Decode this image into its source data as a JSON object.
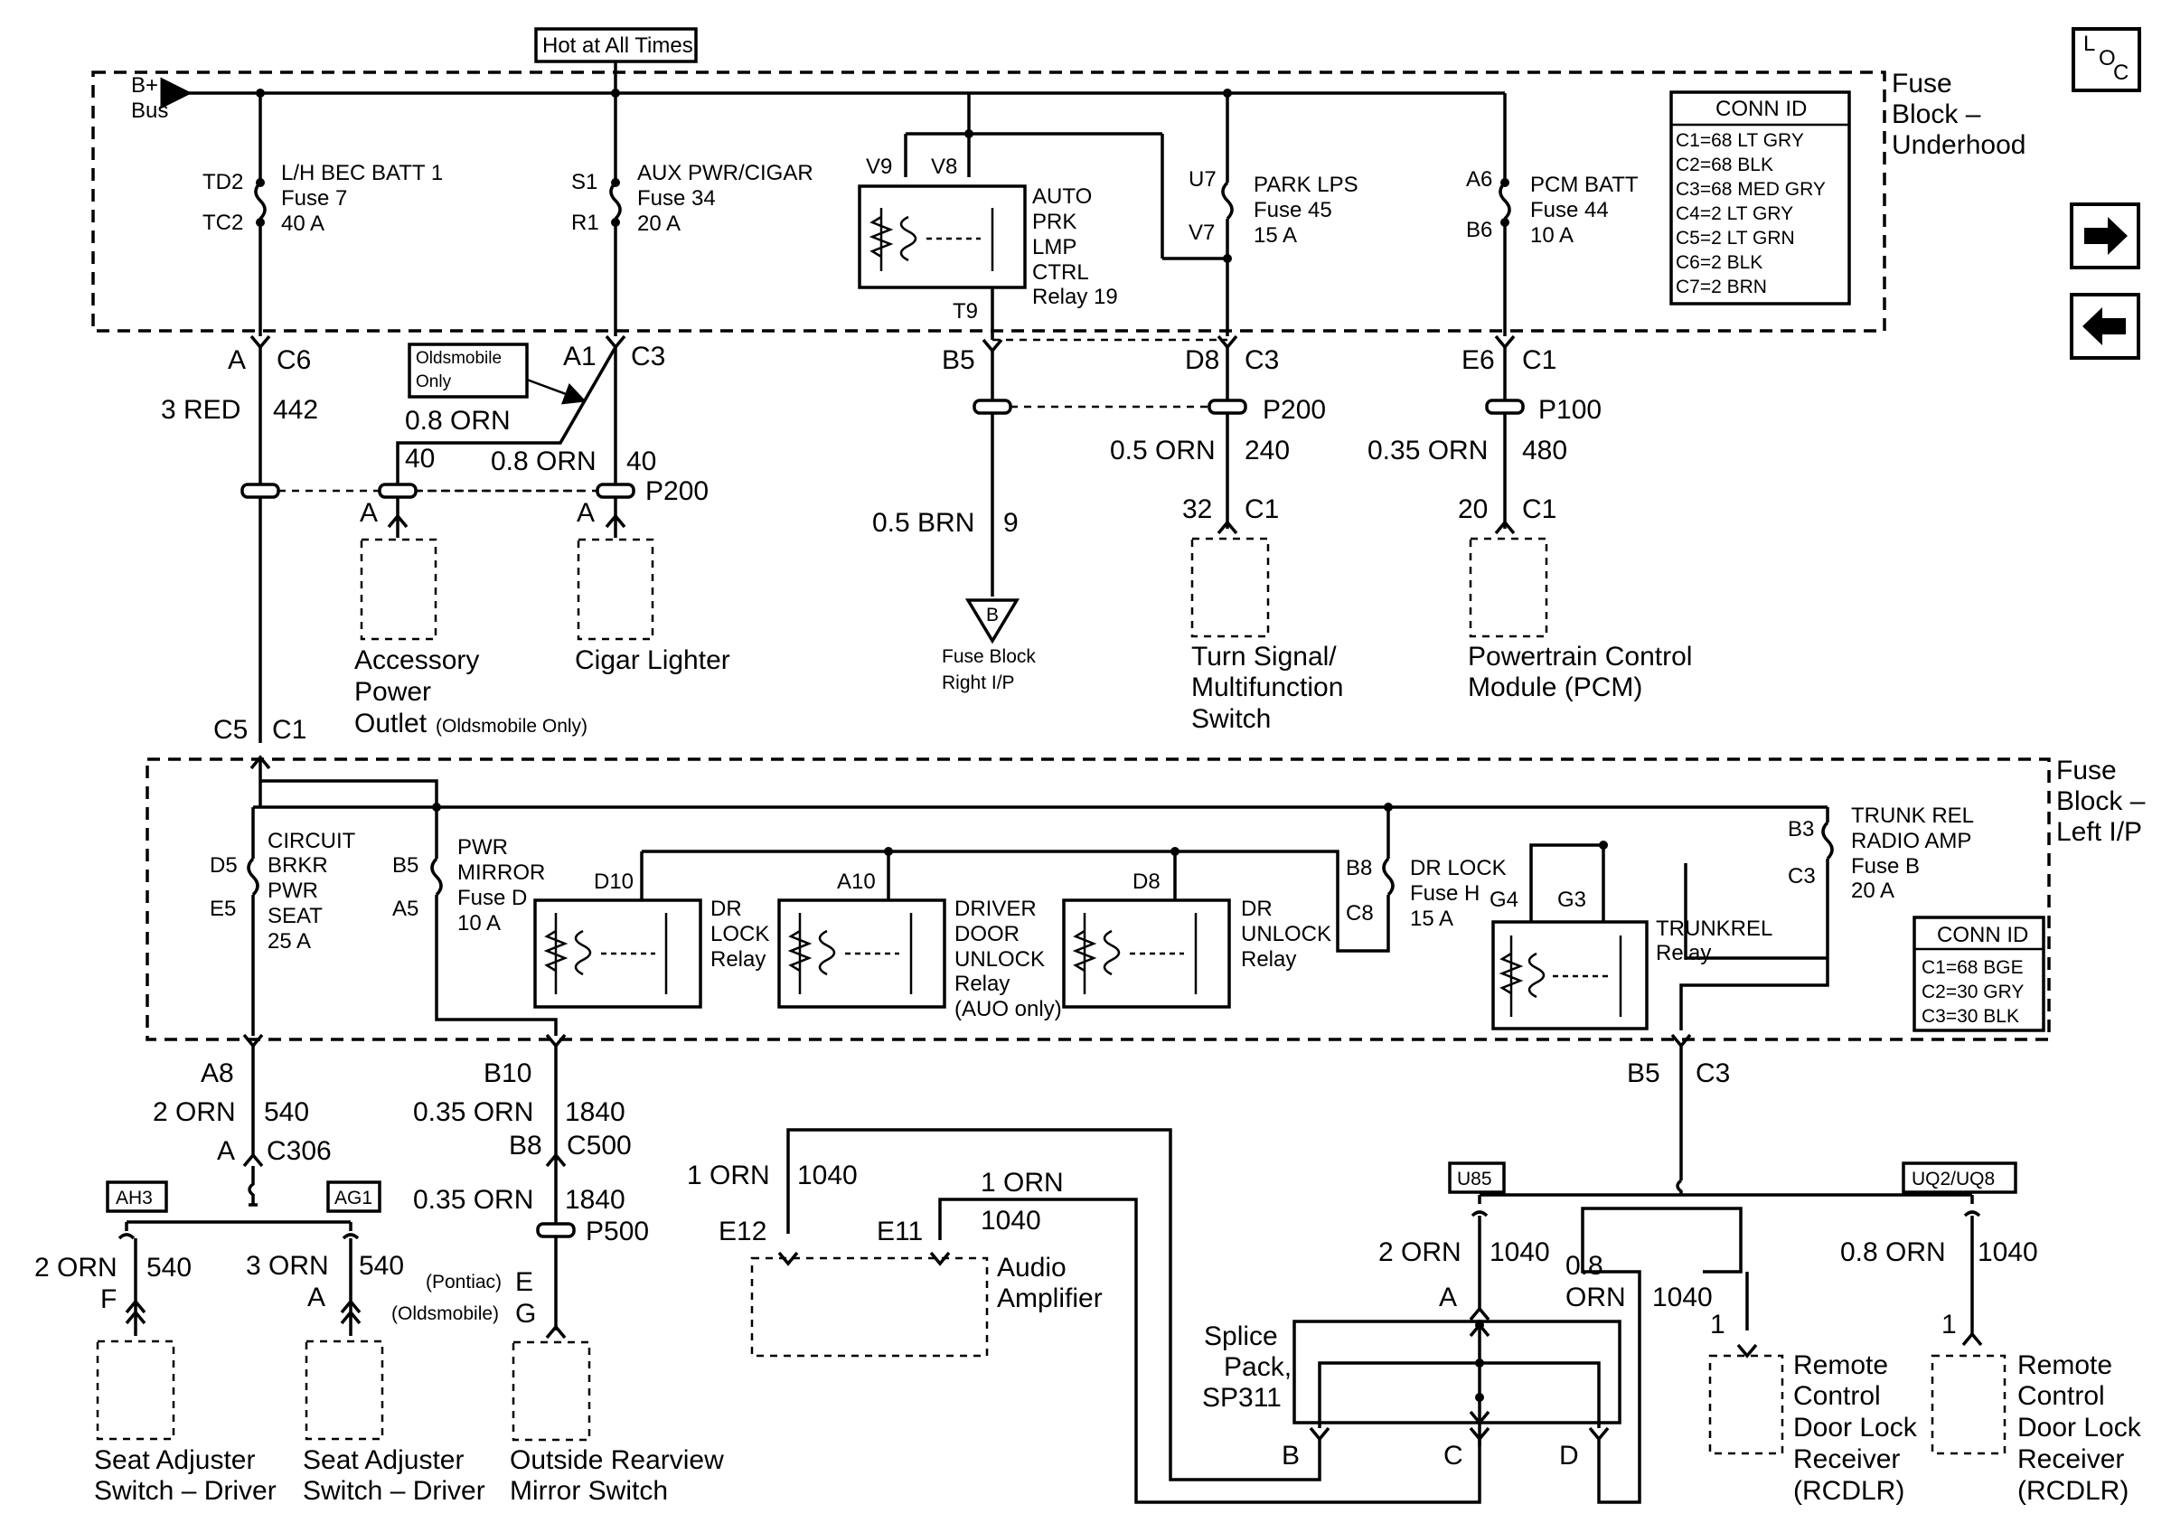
{
  "nav": {
    "loc": [
      "L",
      "O",
      "C"
    ],
    "next": "forward",
    "prev": "back"
  },
  "top_label": "Hot at All Times",
  "fuse_block_underhood": {
    "title": [
      "Fuse",
      "Block –",
      "Underhood"
    ],
    "bus": [
      "B+",
      "Bus"
    ],
    "fuses": [
      {
        "pins": [
          "TD2",
          "TC2"
        ],
        "text": [
          "L/H BEC BATT 1",
          "Fuse 7",
          "40 A"
        ]
      },
      {
        "pins": [
          "S1",
          "R1"
        ],
        "text": [
          "AUX PWR/CIGAR",
          "Fuse 34",
          "20 A"
        ]
      },
      {
        "pins": [
          "U7",
          "V7"
        ],
        "text": [
          "PARK LPS",
          "Fuse 45",
          "15 A"
        ]
      },
      {
        "pins": [
          "A6",
          "B6"
        ],
        "text": [
          "PCM BATT",
          "Fuse 44",
          "10 A"
        ]
      }
    ],
    "relay": {
      "pins": [
        "V9",
        "V8",
        "T9"
      ],
      "text": [
        "AUTO",
        "PRK",
        "LMP",
        "CTRL",
        "Relay 19"
      ]
    },
    "conn_id": {
      "title": "CONN ID",
      "rows": [
        "C1=68 LT GRY",
        "C2=68 BLK",
        "C3=68 MED GRY",
        "C4=2 LT GRY",
        "C5=2 LT GRN",
        "C6=2 BLK",
        "C7=2 BRN"
      ]
    }
  },
  "upper_circuits": {
    "c1": {
      "conn": [
        "A",
        "C6"
      ],
      "wire": [
        "3 RED",
        "442"
      ]
    },
    "c2": {
      "conn": [
        "A1",
        "C3"
      ],
      "note": [
        "Oldsmobile",
        "Only"
      ],
      "wire_a": [
        "0.8 ORN",
        "40"
      ],
      "wire_b": [
        "0.8 ORN",
        "40"
      ],
      "splice": "P200",
      "pins": [
        "A",
        "A"
      ]
    },
    "c3": {
      "conn": [
        "B5"
      ],
      "wire": [
        "0.5 BRN",
        "9"
      ],
      "ground": "B",
      "ground_label": [
        "Fuse Block",
        "Right I/P"
      ]
    },
    "c4": {
      "conn": [
        "D8",
        "C3"
      ],
      "splice": "P200",
      "wire": [
        "0.5 ORN",
        "240"
      ],
      "pin": [
        "32",
        "C1"
      ],
      "component": [
        "Turn Signal/",
        "Multifunction",
        "Switch"
      ]
    },
    "c5": {
      "conn": [
        "E6",
        "C1"
      ],
      "splice": "P100",
      "wire": [
        "0.35 ORN",
        "480"
      ],
      "pin": [
        "20",
        "C1"
      ],
      "component": [
        "Powertrain Control",
        "Module (PCM)"
      ]
    },
    "acc_outlet": [
      "Accessory",
      "Power",
      "Outlet",
      "(Oldsmobile Only)"
    ],
    "cigar": "Cigar Lighter"
  },
  "mid_conn": [
    "C5",
    "C1"
  ],
  "fuse_block_ip": {
    "title": [
      "Fuse",
      "Block –",
      "Left I/P"
    ],
    "fuses": [
      {
        "pins": [
          "D5",
          "E5"
        ],
        "text": [
          "CIRCUIT",
          "BRKR",
          "PWR",
          "SEAT",
          "25 A"
        ]
      },
      {
        "pins": [
          "B5",
          "A5"
        ],
        "text": [
          "PWR",
          "MIRROR",
          "Fuse D",
          "10 A"
        ]
      },
      {
        "pins": [
          "B8",
          "C8"
        ],
        "text": [
          "DR LOCK",
          "Fuse H",
          "15 A"
        ]
      },
      {
        "pins": [
          "B3",
          "C3"
        ],
        "text": [
          "TRUNK REL",
          "RADIO AMP",
          "Fuse B",
          "20 A"
        ]
      }
    ],
    "relays": [
      {
        "pin": "D10",
        "text": [
          "DR",
          "LOCK",
          "Relay"
        ]
      },
      {
        "pin": "A10",
        "text": [
          "DRIVER",
          "DOOR",
          "UNLOCK",
          "Relay",
          "(AUO only)"
        ]
      },
      {
        "pin": "D8",
        "text": [
          "DR",
          "UNLOCK",
          "Relay"
        ]
      },
      {
        "pins": [
          "G4",
          "G3"
        ],
        "text": [
          "TRUNKREL",
          "Relay"
        ]
      }
    ],
    "conn_id": {
      "title": "CONN ID",
      "rows": [
        "C1=68 BGE",
        "C2=30 GRY",
        "C3=30 BLK"
      ]
    }
  },
  "lower_circuits": {
    "seat": {
      "conn": [
        "A8"
      ],
      "wire": [
        "2 ORN",
        "540"
      ],
      "conn2": [
        "A",
        "C306"
      ],
      "opt_a": "AH3",
      "opt_b": "AG1",
      "left_wire": [
        "2 ORN",
        "540"
      ],
      "left_pin": "F",
      "right_wire": [
        "3 ORN",
        "540"
      ],
      "right_pin": "A",
      "left_comp": [
        "Seat Adjuster",
        "Switch – Driver"
      ],
      "right_comp": [
        "Seat Adjuster",
        "Switch – Driver"
      ]
    },
    "mirror": {
      "conn": [
        "B10"
      ],
      "wire": [
        "0.35 ORN",
        "1840"
      ],
      "conn2": [
        "B8",
        "C500"
      ],
      "wire2": [
        "0.35 ORN",
        "1840"
      ],
      "splice": "P500",
      "pontiac": [
        "(Pontiac)",
        "E"
      ],
      "olds": [
        "(Oldsmobile)",
        "G"
      ],
      "comp": [
        "Outside Rearview",
        "Mirror Switch"
      ]
    },
    "trunk": {
      "conn": [
        "B5",
        "C3"
      ],
      "opt_a": "U85",
      "opt_b": "UQ2/UQ8",
      "wire_a": [
        "2 ORN",
        "1040"
      ],
      "pin_a": "A",
      "wire_b": [
        "0.8",
        "ORN",
        "1040"
      ],
      "pin_b": "1",
      "wire_c": [
        "0.8 ORN",
        "1040"
      ],
      "pin_c": "1"
    },
    "amp": {
      "wire_a": [
        "1 ORN",
        "1040"
      ],
      "pin_a": "E12",
      "wire_b": [
        "1 ORN",
        "1040"
      ],
      "pin_b": "E11",
      "comp": [
        "Audio",
        "Amplifier"
      ]
    },
    "splice_pack": {
      "name": [
        "Splice",
        "Pack,",
        "SP311"
      ],
      "pins": [
        "B",
        "C",
        "D"
      ]
    },
    "rcdlr_1": [
      "Remote",
      "Control",
      "Door Lock",
      "Receiver",
      "(RCDLR)"
    ],
    "rcdlr_2": [
      "Remote",
      "Control",
      "Door Lock",
      "Receiver",
      "(RCDLR)"
    ]
  }
}
